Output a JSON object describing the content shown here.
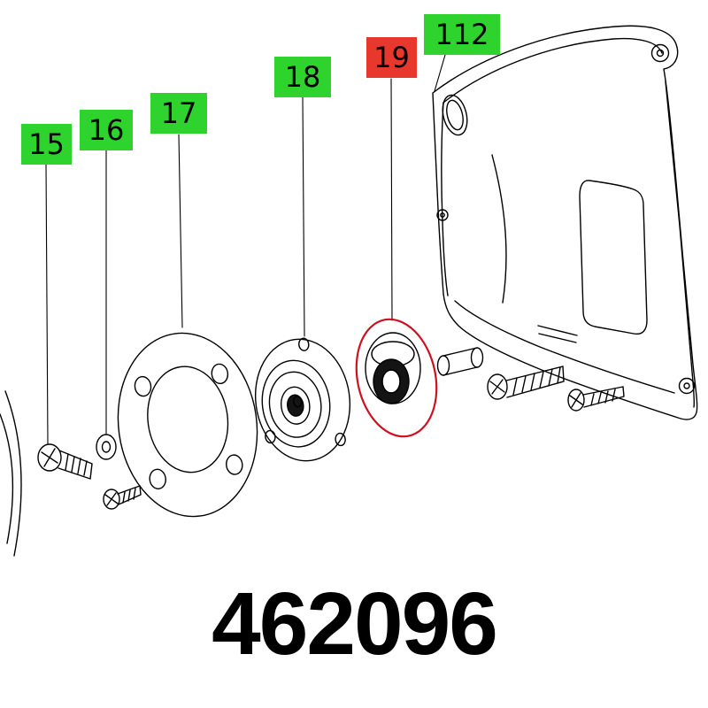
{
  "page": {
    "part_number": "462096",
    "background": "#ffffff"
  },
  "colors": {
    "label_green": "#2ed32e",
    "label_red": "#e8382d",
    "highlight_red": "#cf1020",
    "line": "#000000",
    "text": "#000000"
  },
  "labels": [
    {
      "text": "15",
      "style": "green",
      "highlighted": false
    },
    {
      "text": "16",
      "style": "green",
      "highlighted": false
    },
    {
      "text": "17",
      "style": "green",
      "highlighted": false
    },
    {
      "text": "18",
      "style": "green",
      "highlighted": false
    },
    {
      "text": "19",
      "style": "red",
      "highlighted": true
    },
    {
      "text": "112",
      "style": "green",
      "highlighted": false
    }
  ]
}
